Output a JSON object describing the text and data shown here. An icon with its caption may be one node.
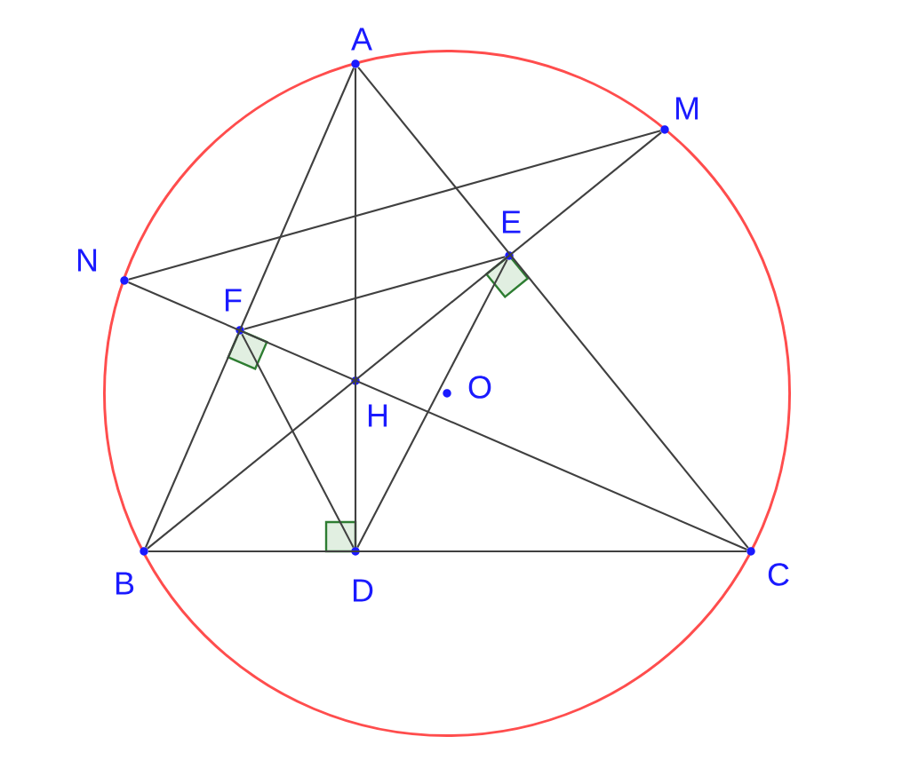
{
  "diagram": {
    "nodes": [
      {
        "text": [
          "A"
        ]
      },
      {
        "text": [
          "M"
        ]
      },
      {
        "text": [
          "N"
        ]
      },
      {
        "text": [
          "E"
        ]
      },
      {
        "text": [
          "F"
        ]
      },
      {
        "text": [
          "H"
        ]
      },
      {
        "text": [
          "O"
        ]
      },
      {
        "text": [
          "B"
        ]
      },
      {
        "text": [
          "D"
        ]
      },
      {
        "text": [
          "C"
        ]
      }
    ],
    "edges": [
      {
        "from": 0,
        "to": 7,
        "arrow": "none"
      },
      {
        "from": 0,
        "to": 9,
        "arrow": "none"
      },
      {
        "from": 7,
        "to": 9,
        "arrow": "none"
      },
      {
        "from": 0,
        "to": 8,
        "arrow": "none"
      },
      {
        "from": 7,
        "to": 1,
        "arrow": "none"
      },
      {
        "from": 2,
        "to": 9,
        "arrow": "none"
      },
      {
        "from": 2,
        "to": 1,
        "arrow": "none"
      },
      {
        "from": 4,
        "to": 3,
        "arrow": "none"
      },
      {
        "from": 4,
        "to": 8,
        "arrow": "none"
      },
      {
        "from": 3,
        "to": 8,
        "arrow": "none"
      }
    ]
  }
}
